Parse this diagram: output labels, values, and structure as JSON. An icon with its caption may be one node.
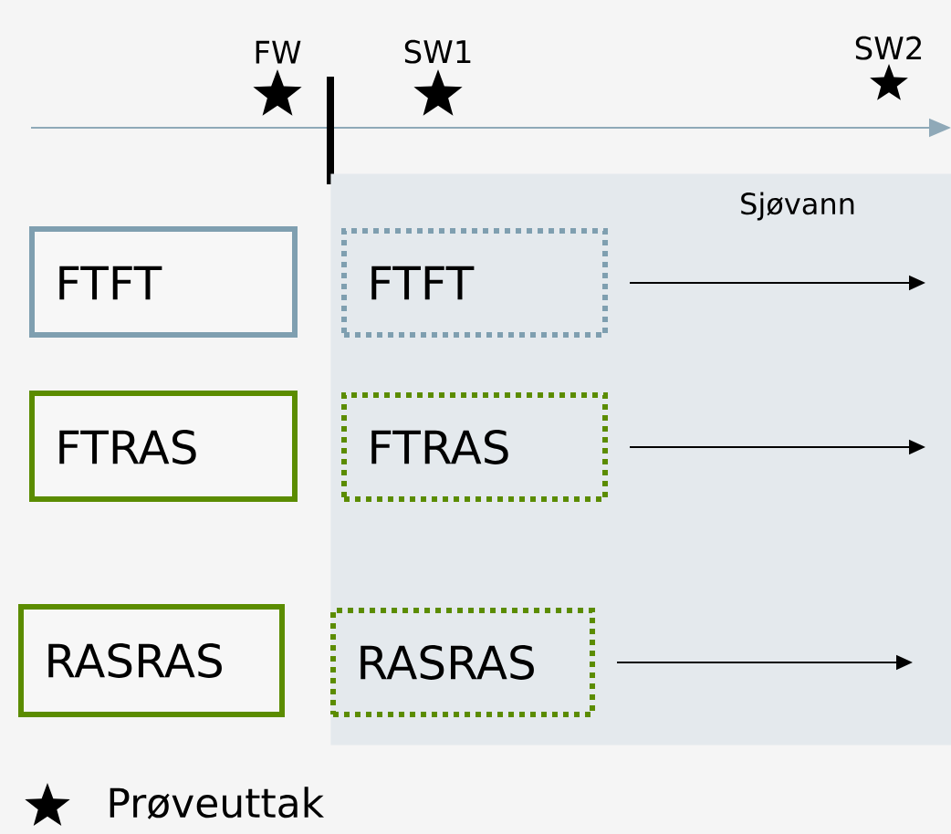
{
  "diagram": {
    "nodes": [
      {
        "text": [
          "Sjøvann"
        ]
      },
      {
        "text": [
          "FTFT"
        ]
      },
      {
        "text": [
          "FTFT"
        ],
        "in": 0
      },
      {
        "text": [
          "FTRAS"
        ]
      },
      {
        "text": [
          "FTRAS"
        ],
        "in": 0
      },
      {
        "text": [
          "RASRAS"
        ]
      },
      {
        "text": [
          "RASRAS"
        ],
        "in": 0
      }
    ],
    "edges": [
      {
        "from": 2,
        "to": null,
        "arrow": "to"
      },
      {
        "from": 4,
        "to": null,
        "arrow": "to"
      },
      {
        "from": 6,
        "to": null,
        "arrow": "to"
      }
    ],
    "labels": [
      "FW",
      "SW1",
      "SW2"
    ],
    "legend": [
      {
        "text": "Prøveuttak"
      }
    ]
  }
}
